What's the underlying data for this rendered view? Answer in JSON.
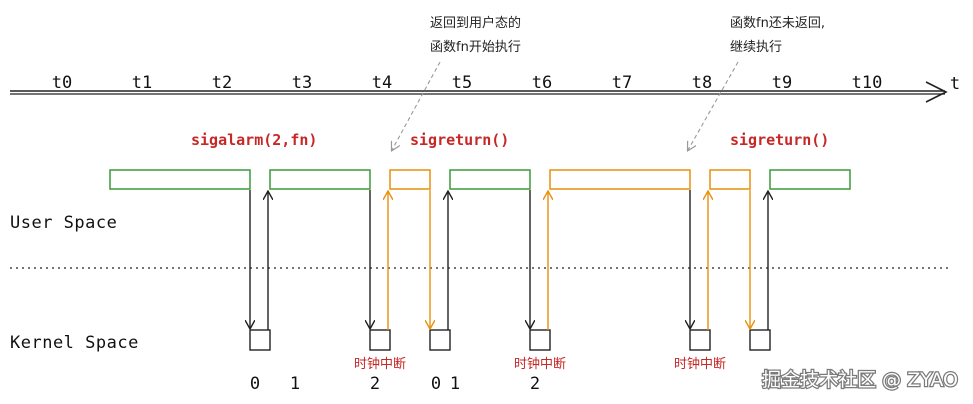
{
  "timeline": {
    "ticks": [
      "t0",
      "t1",
      "t2",
      "t3",
      "t4",
      "t5",
      "t6",
      "t7",
      "t8",
      "t9",
      "t10"
    ],
    "end_label": "t"
  },
  "spaces": {
    "user": "User Space",
    "kernel": "Kernel Space"
  },
  "calls": {
    "sigalarm": "sigalarm(2,fn)",
    "sigreturn_1": "sigreturn()",
    "sigreturn_2": "sigreturn()"
  },
  "annotations": {
    "return_user_line1": "返回到用户态的",
    "return_user_line2": "函数fn开始执行",
    "continue_line1": "函数fn还未返回,",
    "continue_line2": "继续执行"
  },
  "interrupts": [
    "时钟中断",
    "时钟中断",
    "时钟中断"
  ],
  "counters": [
    "0",
    "1",
    "2",
    "0",
    "1",
    "2"
  ],
  "watermark": "掘金技术社区 @ ZYAO",
  "colors": {
    "user_bar": "#3a9a3a",
    "handler": "#e8900c",
    "normal": "#222222",
    "label_red": "#c62828"
  }
}
